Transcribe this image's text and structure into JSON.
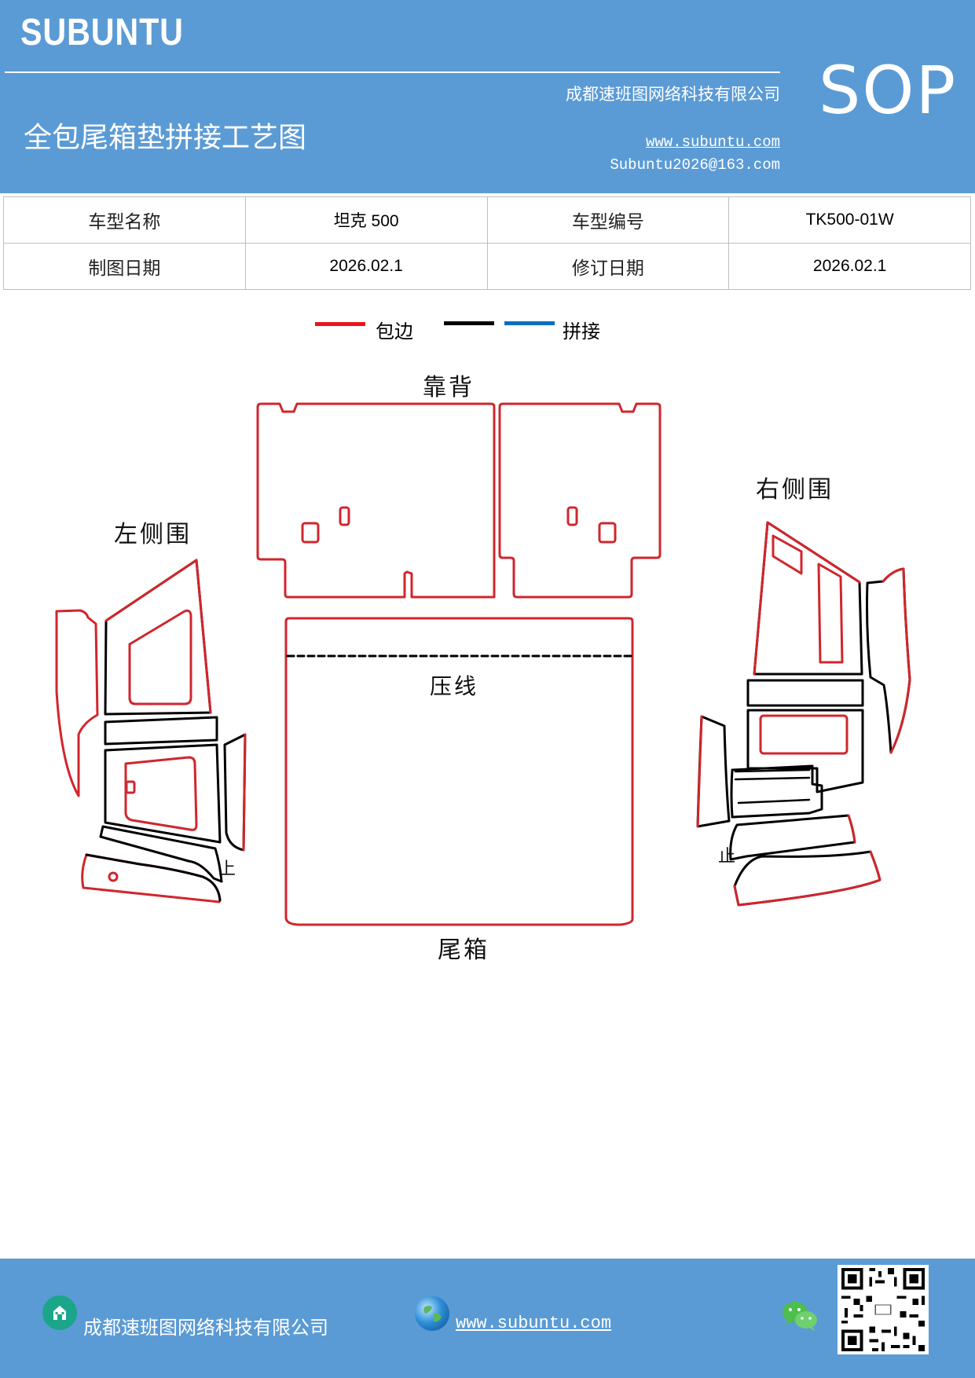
{
  "header": {
    "brand": "SUBUNTU",
    "company": "成都速班图网络科技有限公司",
    "title": "全包尾箱垫拼接工艺图",
    "website": "www.subuntu.com",
    "email": "Subuntu2026@163.com",
    "badge": "SOP",
    "background_color": "#5b9bd5"
  },
  "info_table": {
    "rows": [
      [
        "车型名称",
        "坦克 500",
        "车型编号",
        "TK500-01W"
      ],
      [
        "制图日期",
        "2026.02.1",
        "修订日期",
        "2026.02.1"
      ]
    ]
  },
  "legend": {
    "items": [
      {
        "label": "包边",
        "color": "#e8141b"
      },
      {
        "label": "",
        "color": "#000000"
      },
      {
        "label": "拼接",
        "color": "#0070c0"
      }
    ]
  },
  "diagram": {
    "labels": {
      "back": "靠背",
      "left_side": "左侧围",
      "right_side": "右侧围",
      "press_line": "压线",
      "trunk": "尾箱",
      "left_mark": "上",
      "right_mark": "止"
    },
    "edge_color": "#d0262d",
    "seam_color": "#000000"
  },
  "footer": {
    "company": "成都速班图网络科技有限公司",
    "website": "www.subuntu.com",
    "icons": [
      "building-icon",
      "globe-icon",
      "wechat-icon",
      "qr-code"
    ]
  }
}
